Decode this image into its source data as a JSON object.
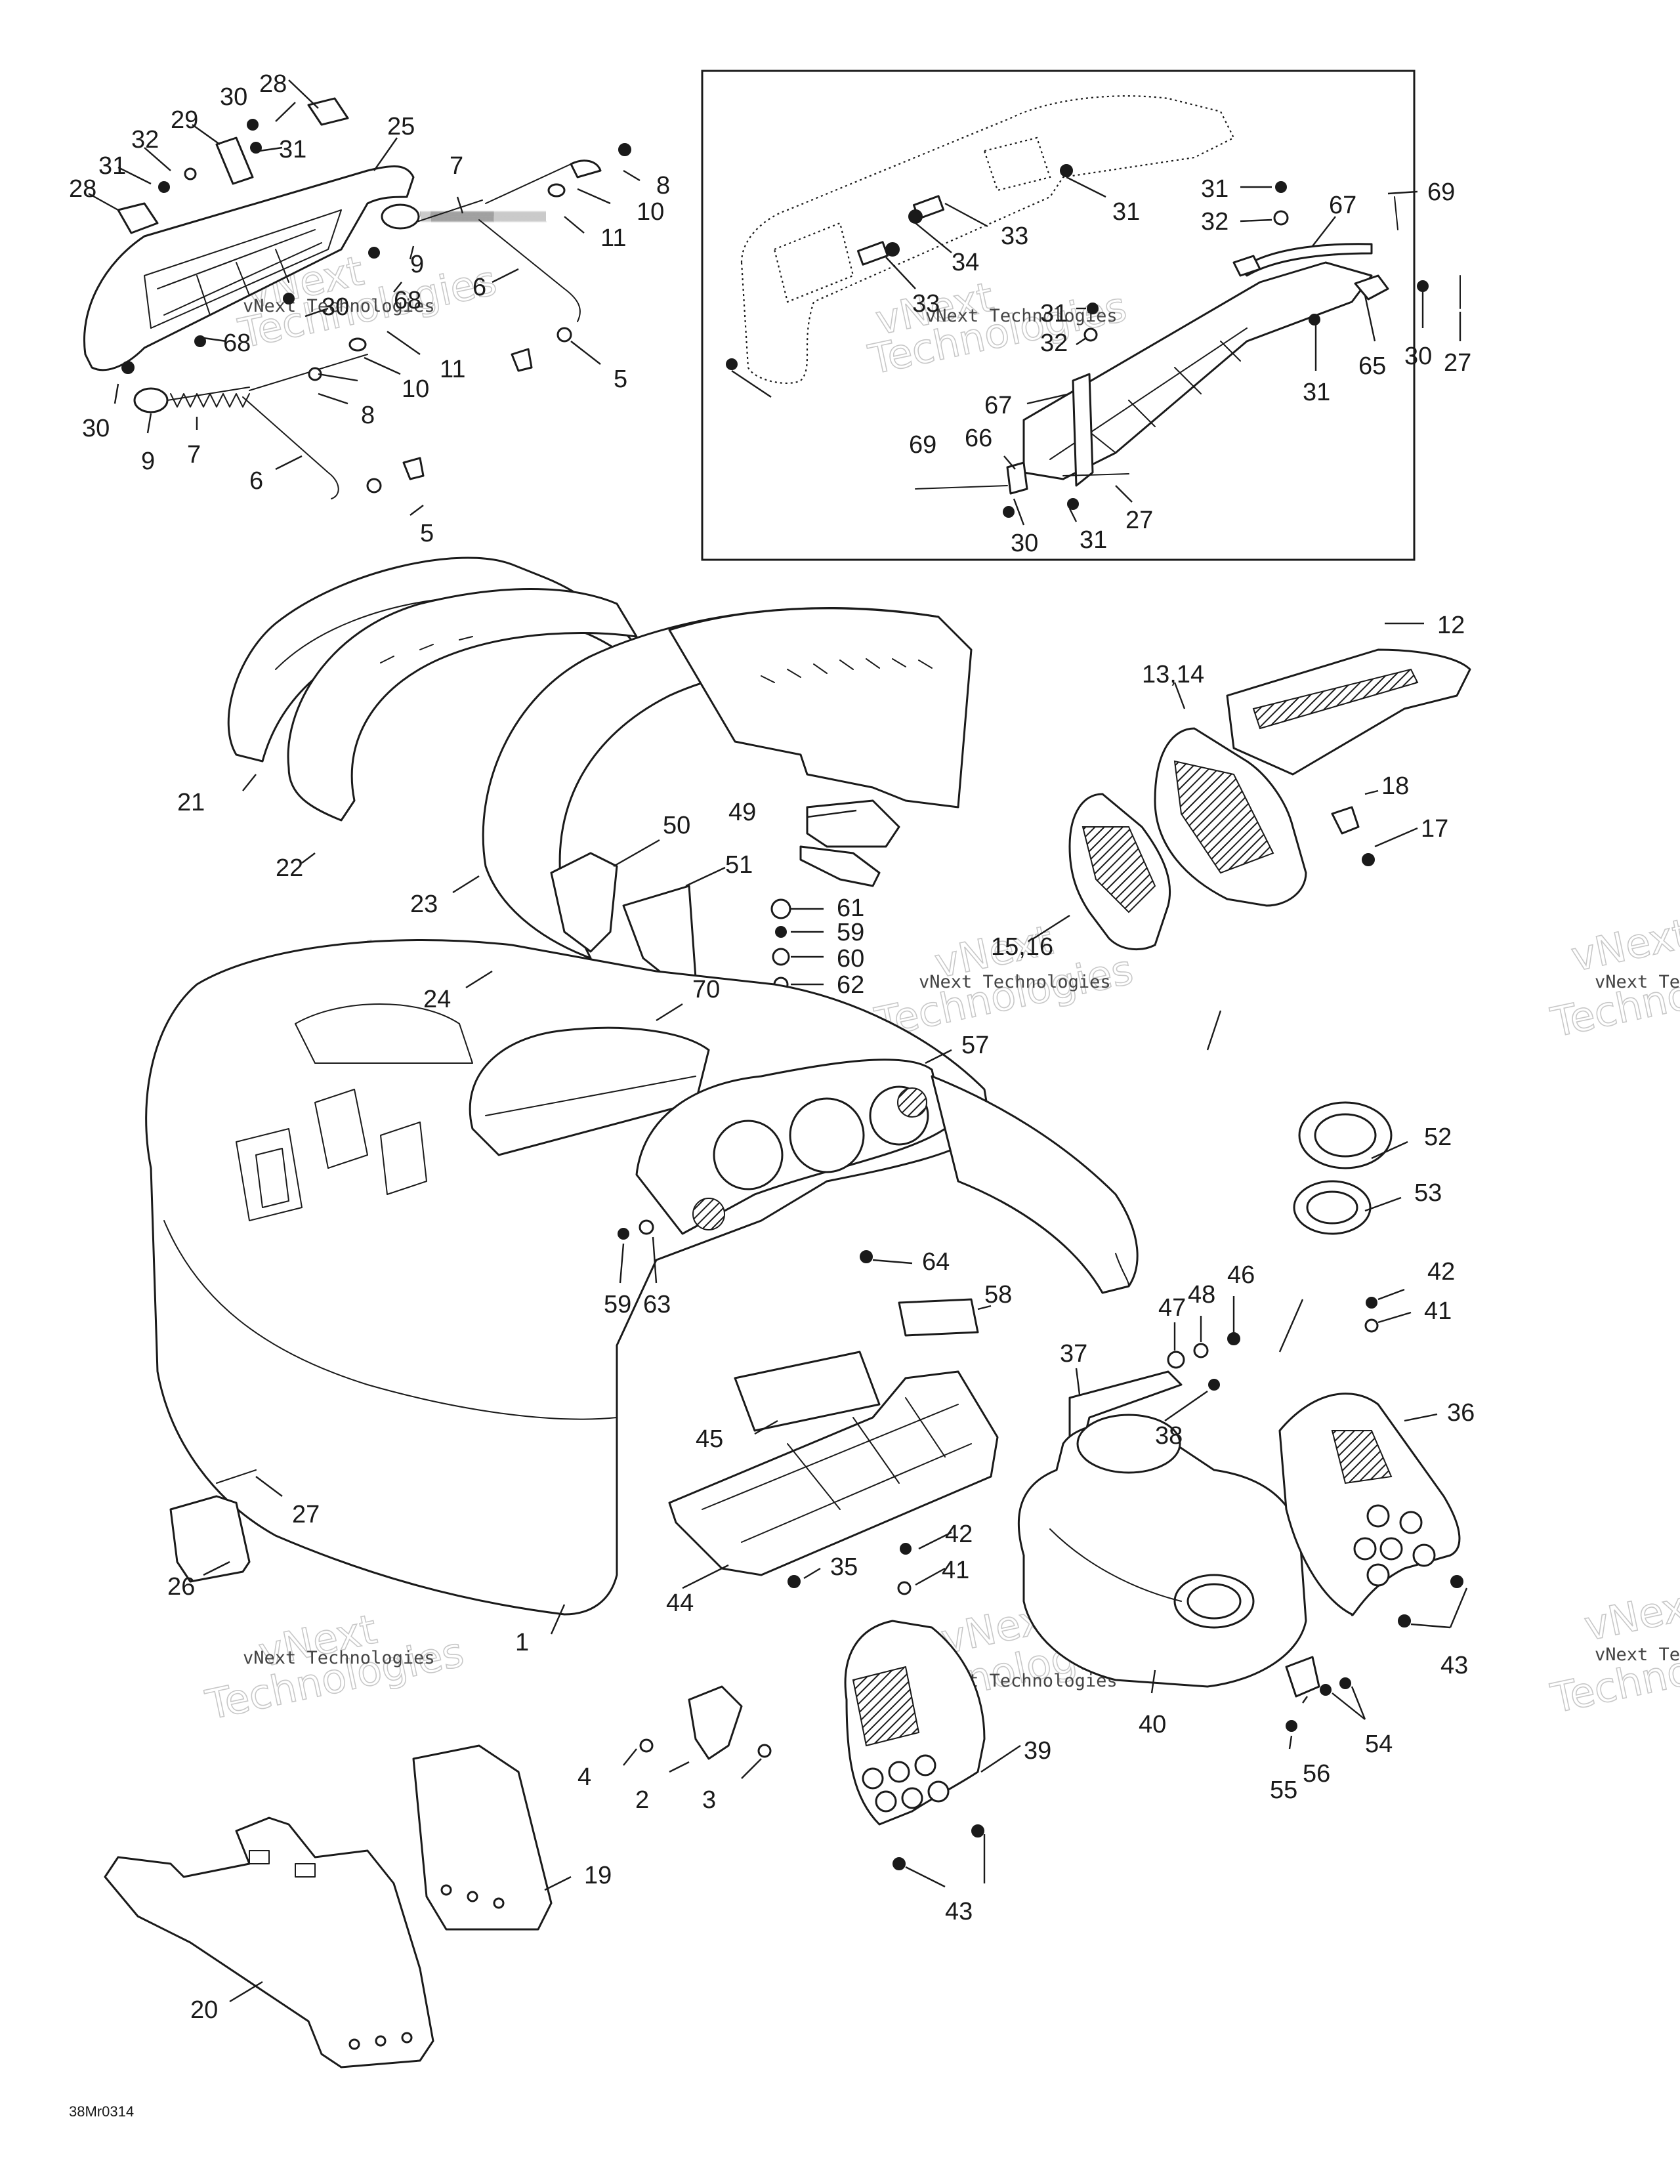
{
  "drawing_code": "38Mr0314",
  "watermark": {
    "line1": "vNext Technologies",
    "line2": "vNext",
    "line3": "Technologies"
  },
  "callouts": [
    "1",
    "2",
    "3",
    "4",
    "5",
    "5",
    "6",
    "6",
    "7",
    "7",
    "8",
    "8",
    "9",
    "9",
    "10",
    "10",
    "11",
    "11",
    "12",
    "13,14",
    "15,16",
    "17",
    "18",
    "19",
    "20",
    "21",
    "22",
    "23",
    "24",
    "25",
    "26",
    "27",
    "27",
    "27",
    "28",
    "28",
    "29",
    "30",
    "30",
    "30",
    "30",
    "30",
    "31",
    "31",
    "31",
    "31",
    "31",
    "31",
    "31",
    "32",
    "32",
    "32",
    "33",
    "33",
    "34",
    "35",
    "36",
    "37",
    "38",
    "39",
    "40",
    "41",
    "41",
    "42",
    "42",
    "43",
    "43",
    "44",
    "45",
    "46",
    "47",
    "48",
    "49",
    "50",
    "51",
    "52",
    "53",
    "54",
    "55",
    "56",
    "57",
    "58",
    "59",
    "59",
    "60",
    "61",
    "62",
    "63",
    "64",
    "65",
    "66",
    "67",
    "67",
    "68",
    "68",
    "69",
    "69",
    "70"
  ]
}
